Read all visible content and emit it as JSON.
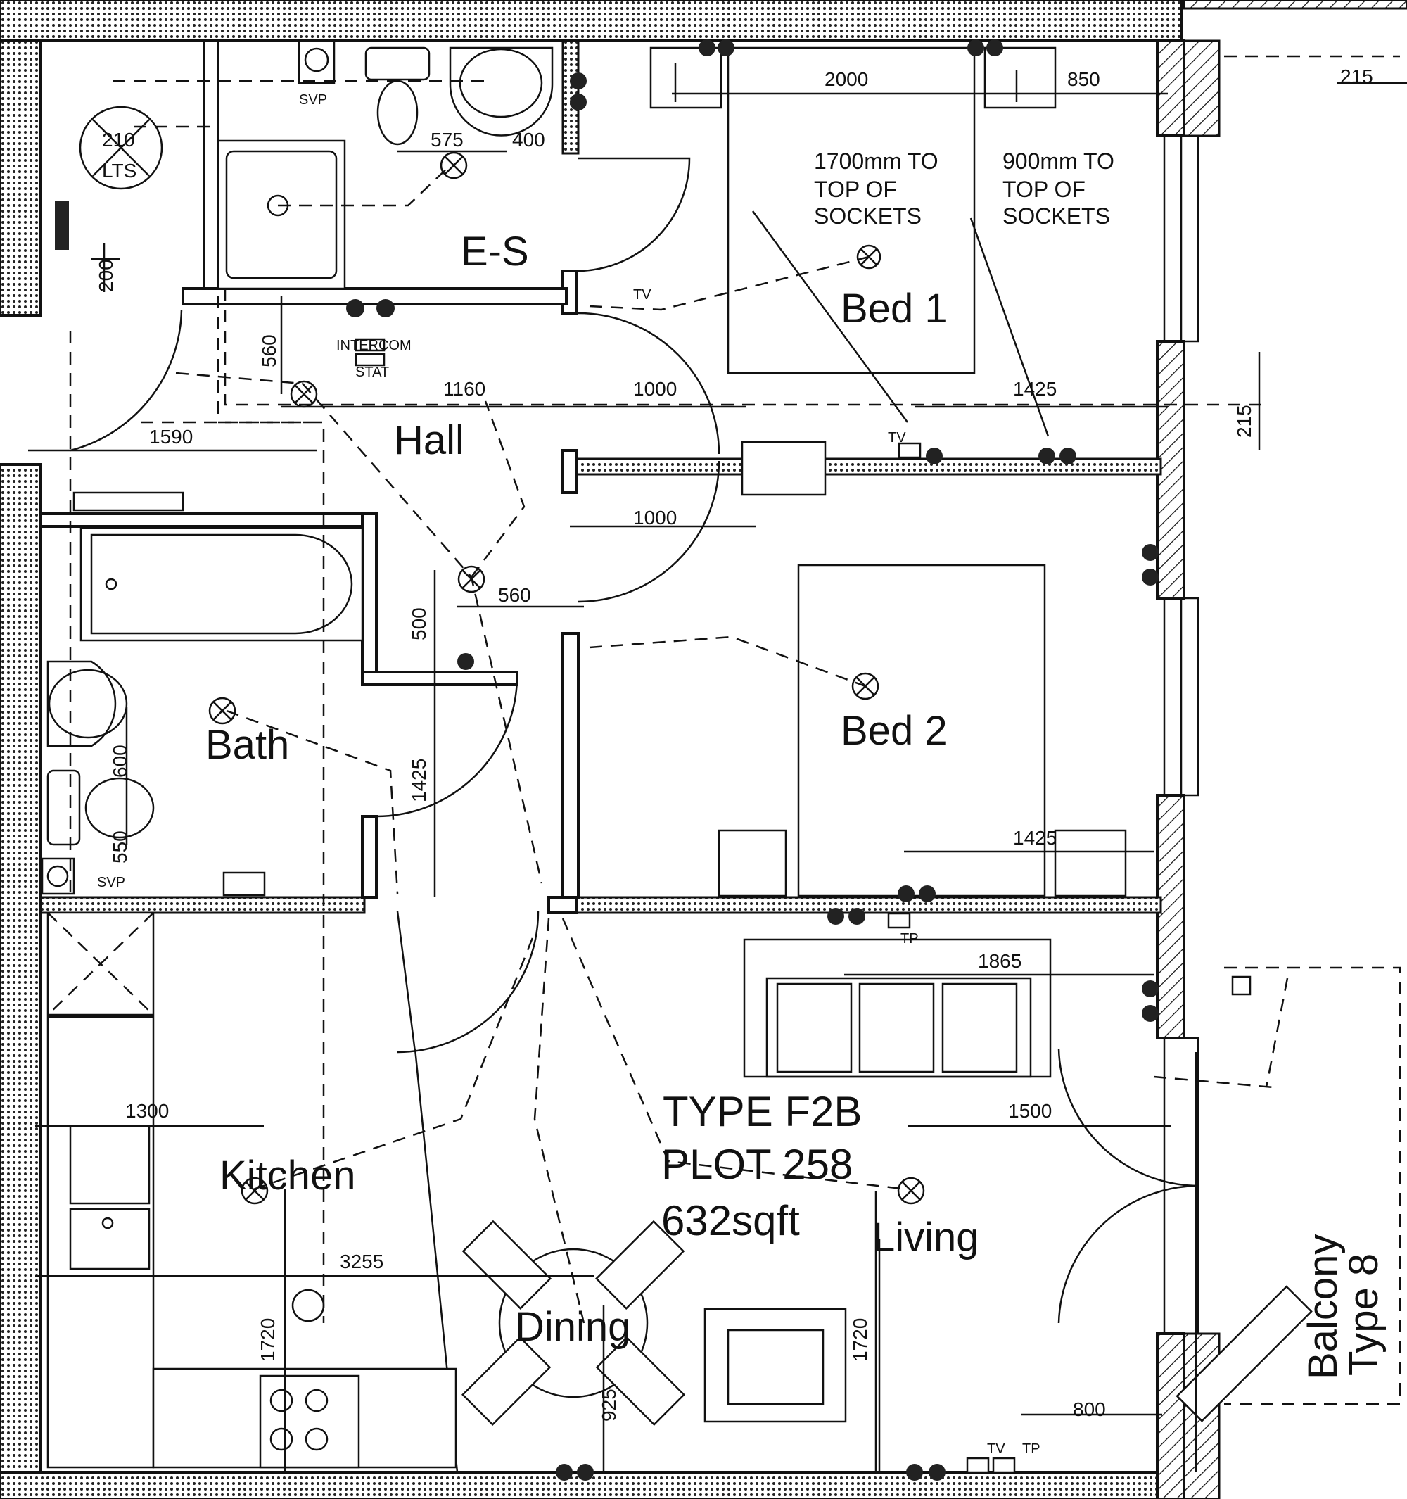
{
  "plan": {
    "rooms": {
      "ensuite": "E-S",
      "bed1": "Bed 1",
      "hall": "Hall",
      "bed2": "Bed 2",
      "bath": "Bath",
      "kitchen": "Kitchen",
      "dining": "Dining",
      "living": "Living",
      "balcony_line1": "Balcony",
      "balcony_line2": "Type 8"
    },
    "unit": {
      "type": "TYPE F2B",
      "plot": "PLOT 258",
      "area": "632sqft"
    },
    "notes": {
      "socket_high": [
        "1700mm TO",
        "TOP OF",
        "SOCKETS"
      ],
      "socket_low": [
        "900mm TO",
        "TOP OF",
        "SOCKETS"
      ]
    },
    "labels": {
      "svp": "SVP",
      "lts_top": "210",
      "lts_bottom": "LTS",
      "intercom": "INTERCOM",
      "stat": "STAT",
      "tv": "TV",
      "tp": "TP"
    },
    "dimensions": {
      "bed1_width": "2000",
      "bed1_side": "850",
      "balcony_top": "215",
      "es_575": "575",
      "es_400": "400",
      "d_200": "200",
      "d_560a": "560",
      "hall_1160": "1160",
      "hall_1000a": "1000",
      "bed1_1425": "1425",
      "balcony_215": "215",
      "hall_1590": "1590",
      "hall_1000b": "1000",
      "hall_500": "500",
      "hall_560b": "560",
      "hall_1425": "1425",
      "bath_600": "600",
      "bath_550": "550",
      "bed2_1425": "1425",
      "living_1865": "1865",
      "kitchen_1300": "1300",
      "living_1500": "1500",
      "kitchen_3255": "3255",
      "kitchen_1720": "1720",
      "living_1720": "1720",
      "dining_925": "925",
      "living_800": "800"
    }
  }
}
